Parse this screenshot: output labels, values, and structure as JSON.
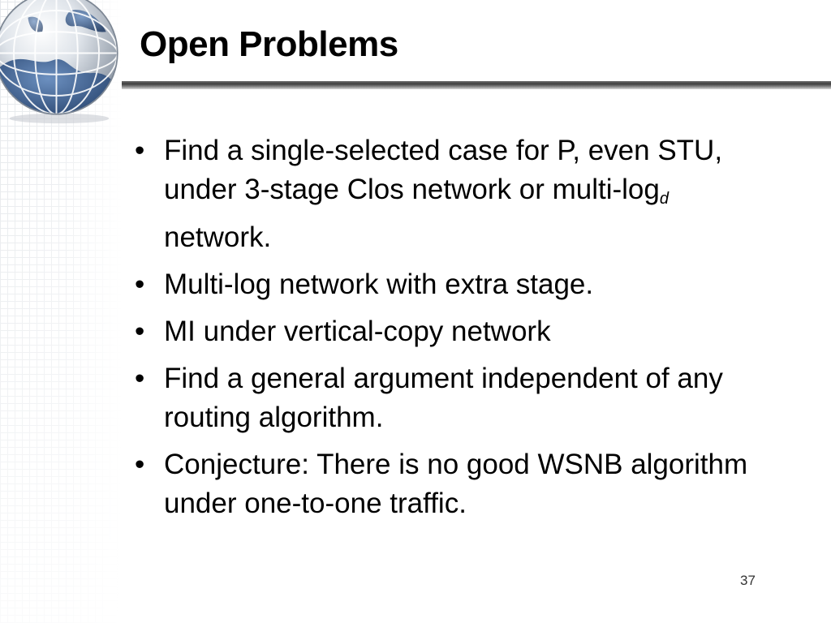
{
  "slide": {
    "title": "Open Problems",
    "page_number": "37",
    "bullets": [
      {
        "prefix": "Find a single-selected case for P, even STU, under 3-stage Clos network or multi-log",
        "subscript": "d",
        "suffix": " network."
      },
      {
        "text": "Multi-log network with extra stage."
      },
      {
        "text": "MI under vertical-copy network"
      },
      {
        "text": "Find a general argument independent of any routing algorithm."
      },
      {
        "text": "Conjecture: There is no good WSNB algorithm under one-to-one traffic."
      }
    ],
    "bullet_glyph": "•"
  },
  "decor": {
    "globe_icon": "globe-icon",
    "accent_colors": [
      "#4f7bb6",
      "#2c4f80",
      "#cfd6de"
    ]
  }
}
